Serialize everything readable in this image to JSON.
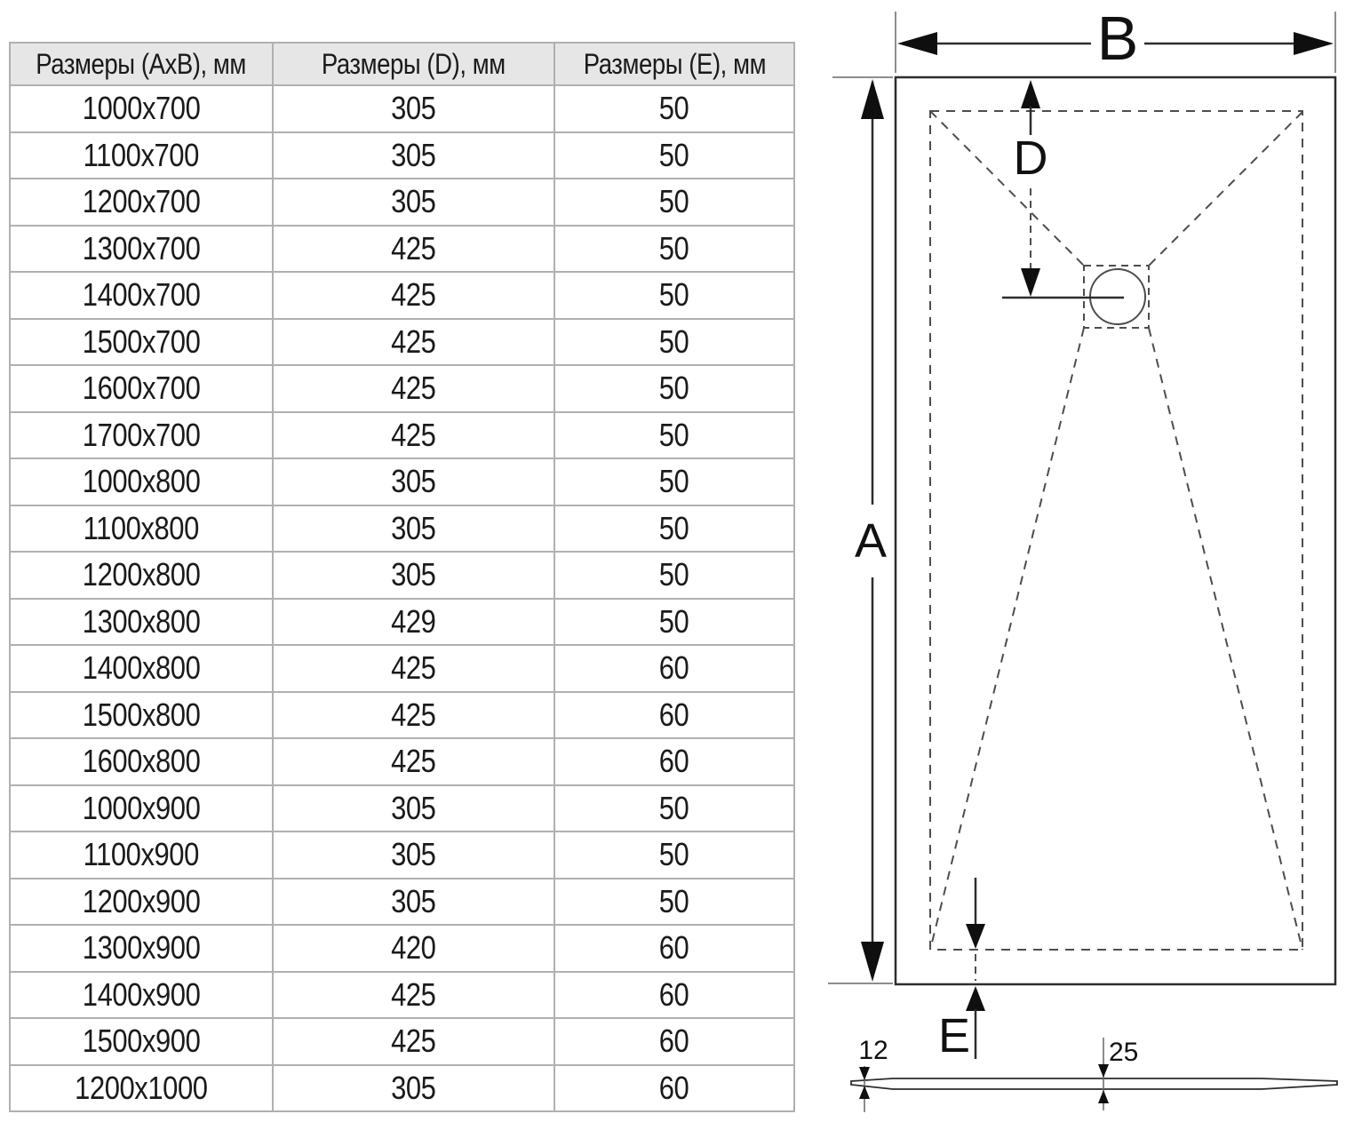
{
  "table": {
    "headers": [
      "Размеры (АхВ), мм",
      "Размеры (D), мм",
      "Размеры (Е), мм"
    ],
    "rows": [
      {
        "size": "1000x700",
        "d": "305",
        "e": "50"
      },
      {
        "size": "1100x700",
        "d": "305",
        "e": "50"
      },
      {
        "size": "1200x700",
        "d": "305",
        "e": "50"
      },
      {
        "size": "1300x700",
        "d": "425",
        "e": "50"
      },
      {
        "size": "1400x700",
        "d": "425",
        "e": "50"
      },
      {
        "size": "1500x700",
        "d": "425",
        "e": "50"
      },
      {
        "size": "1600x700",
        "d": "425",
        "e": "50"
      },
      {
        "size": "1700x700",
        "d": "425",
        "e": "50"
      },
      {
        "size": "1000x800",
        "d": "305",
        "e": "50"
      },
      {
        "size": "1100x800",
        "d": "305",
        "e": "50"
      },
      {
        "size": "1200x800",
        "d": "305",
        "e": "50"
      },
      {
        "size": "1300x800",
        "d": "429",
        "e": "50"
      },
      {
        "size": "1400x800",
        "d": "425",
        "e": "60"
      },
      {
        "size": "1500x800",
        "d": "425",
        "e": "60"
      },
      {
        "size": "1600x800",
        "d": "425",
        "e": "60"
      },
      {
        "size": "1000x900",
        "d": "305",
        "e": "50"
      },
      {
        "size": "1100x900",
        "d": "305",
        "e": "50"
      },
      {
        "size": "1200x900",
        "d": "305",
        "e": "50"
      },
      {
        "size": "1300x900",
        "d": "420",
        "e": "60"
      },
      {
        "size": "1400x900",
        "d": "425",
        "e": "60"
      },
      {
        "size": "1500x900",
        "d": "425",
        "e": "60"
      },
      {
        "size": "1200x1000",
        "d": "305",
        "e": "60"
      }
    ]
  },
  "diagram": {
    "labels": {
      "width": "B",
      "length": "A",
      "drain_offset": "D",
      "edge_offset": "E",
      "edge_thickness": "12",
      "center_thickness": "25"
    }
  },
  "colors": {
    "header_bg": "#e6e6e6",
    "grid_border": "#b0b0b0",
    "line": "#2d2d2d",
    "dashed_line": "#4d4d4d"
  }
}
